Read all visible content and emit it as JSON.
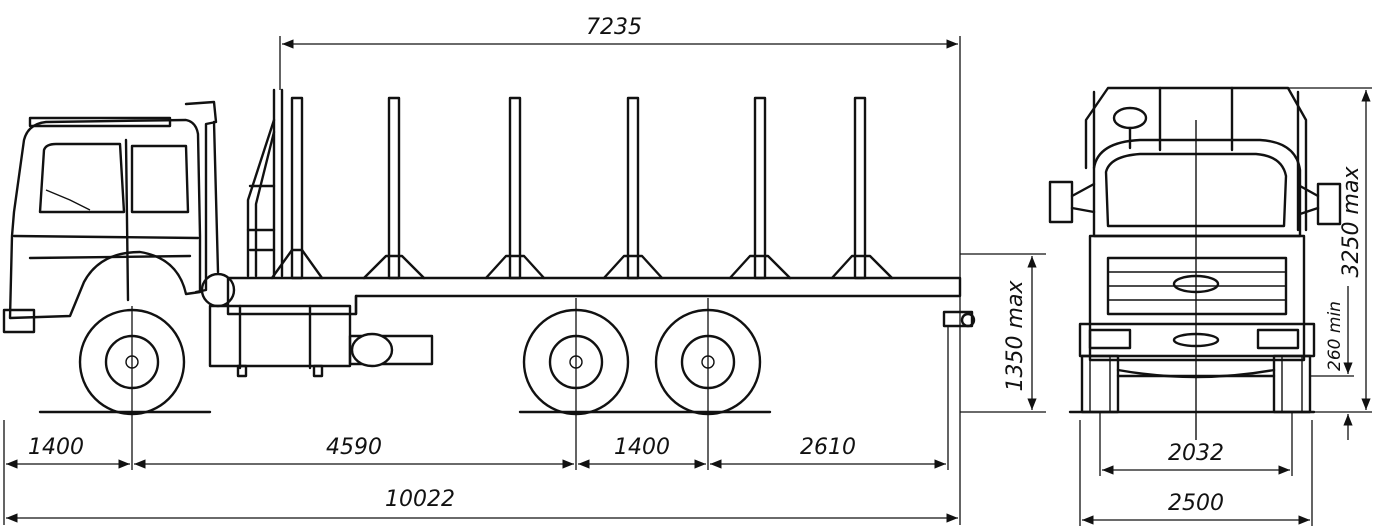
{
  "dimensions": {
    "body_length": "7235",
    "front_overhang": "1400",
    "wheelbase_front": "4590",
    "axle_spacing": "1400",
    "rear_overhang": "2610",
    "overall_length": "10022",
    "platform_height": "1350 max",
    "overall_height": "3250 max",
    "ground_clearance": "260 min",
    "track_width": "2032",
    "overall_width": "2500"
  }
}
